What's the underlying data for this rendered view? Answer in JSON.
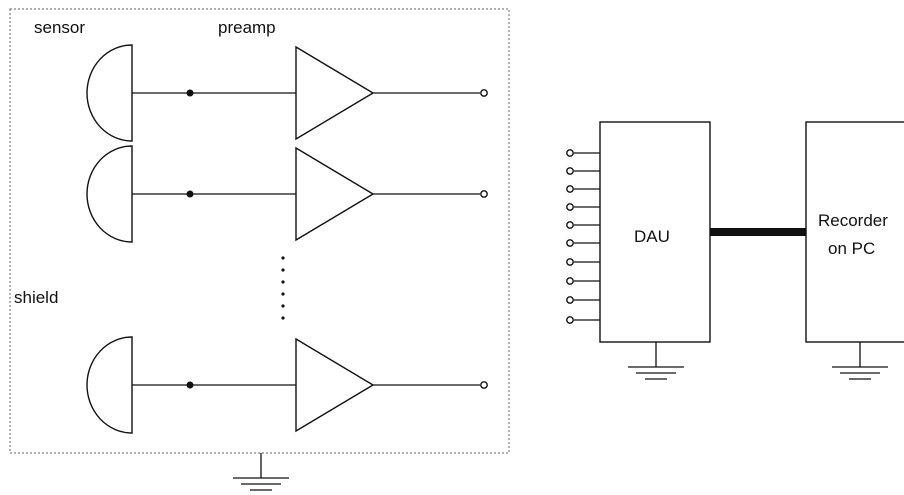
{
  "labels": {
    "sensor": "sensor",
    "preamp": "preamp",
    "shield": "shield",
    "dau": "DAU",
    "recorder_line1": "Recorder",
    "recorder_line2": "on PC"
  },
  "channels": {
    "drawn_channels": 3,
    "dau_inputs": 10
  },
  "colors": {
    "line": "#111111",
    "dashed_border": "#666666",
    "background": "#ffffff"
  }
}
